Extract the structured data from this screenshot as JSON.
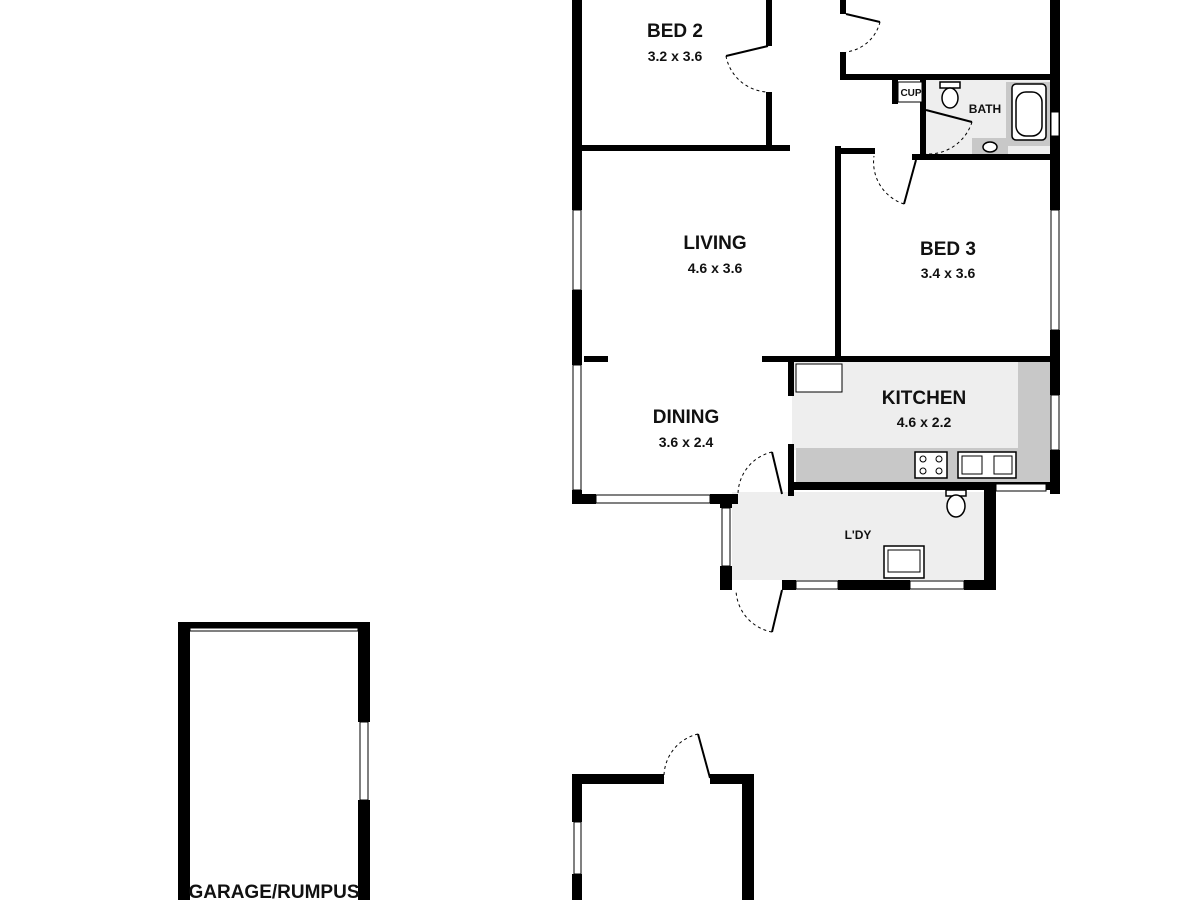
{
  "rooms": {
    "bed2": {
      "name": "BED 2",
      "dims": "3.2 x 3.6"
    },
    "living": {
      "name": "LIVING",
      "dims": "4.6 x 3.6"
    },
    "bed3": {
      "name": "BED 3",
      "dims": "3.4 x 3.6"
    },
    "dining": {
      "name": "DINING",
      "dims": "3.6 x 2.4"
    },
    "kitchen": {
      "name": "KITCHEN",
      "dims": "4.6 x 2.2"
    },
    "laundry": {
      "name": "L'DY"
    },
    "bath": {
      "name": "BATH"
    },
    "cupboard": {
      "name": "CUP"
    },
    "garage": {
      "name": "GARAGE/RUMPUS"
    }
  },
  "colors": {
    "wall": "#000000",
    "bench": "#c8c8c8",
    "wet_area": "#eeeeee",
    "background": "#ffffff"
  }
}
